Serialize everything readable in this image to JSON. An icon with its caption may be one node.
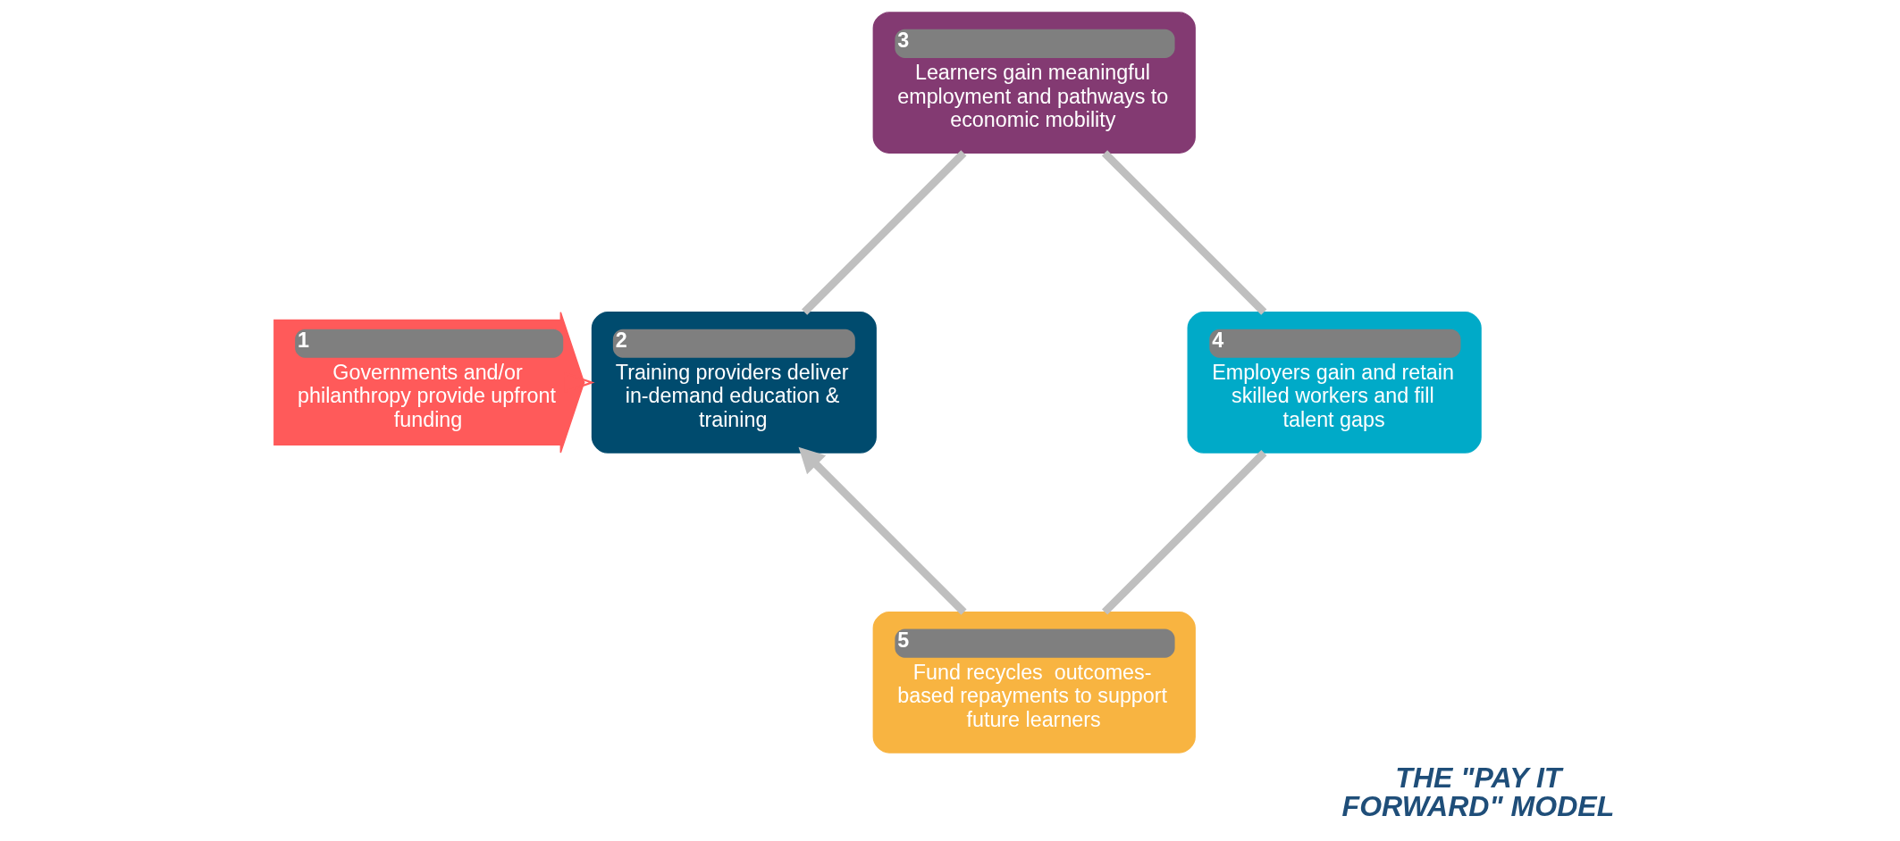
{
  "diagram": {
    "nodes": [
      {
        "text": [
          "1",
          "Governments and/or philanthropy provide upfront funding"
        ]
      },
      {
        "text": [
          "2",
          "Training providers deliver in-demand education & training"
        ]
      },
      {
        "text": [
          "3",
          "Learners gain meaningful employment and pathways to economic mobility"
        ]
      },
      {
        "text": [
          "4",
          "Employers gain and retain skilled workers and fill talent gaps"
        ]
      },
      {
        "text": [
          "5",
          "Fund recycles  outcomes-based repayments to support future learners"
        ]
      }
    ],
    "edges": [
      {
        "from": 0,
        "to": 1,
        "arrow": "to",
        "color": "#ff5a5a"
      },
      {
        "from": 1,
        "to": 2,
        "arrow": "none"
      },
      {
        "from": 2,
        "to": 3,
        "arrow": "none"
      },
      {
        "from": 3,
        "to": 4,
        "arrow": "none"
      },
      {
        "from": 4,
        "to": 1,
        "arrow": "to"
      }
    ],
    "labels": [
      "THE \"PAY IT FORWARD\" MODEL"
    ]
  }
}
